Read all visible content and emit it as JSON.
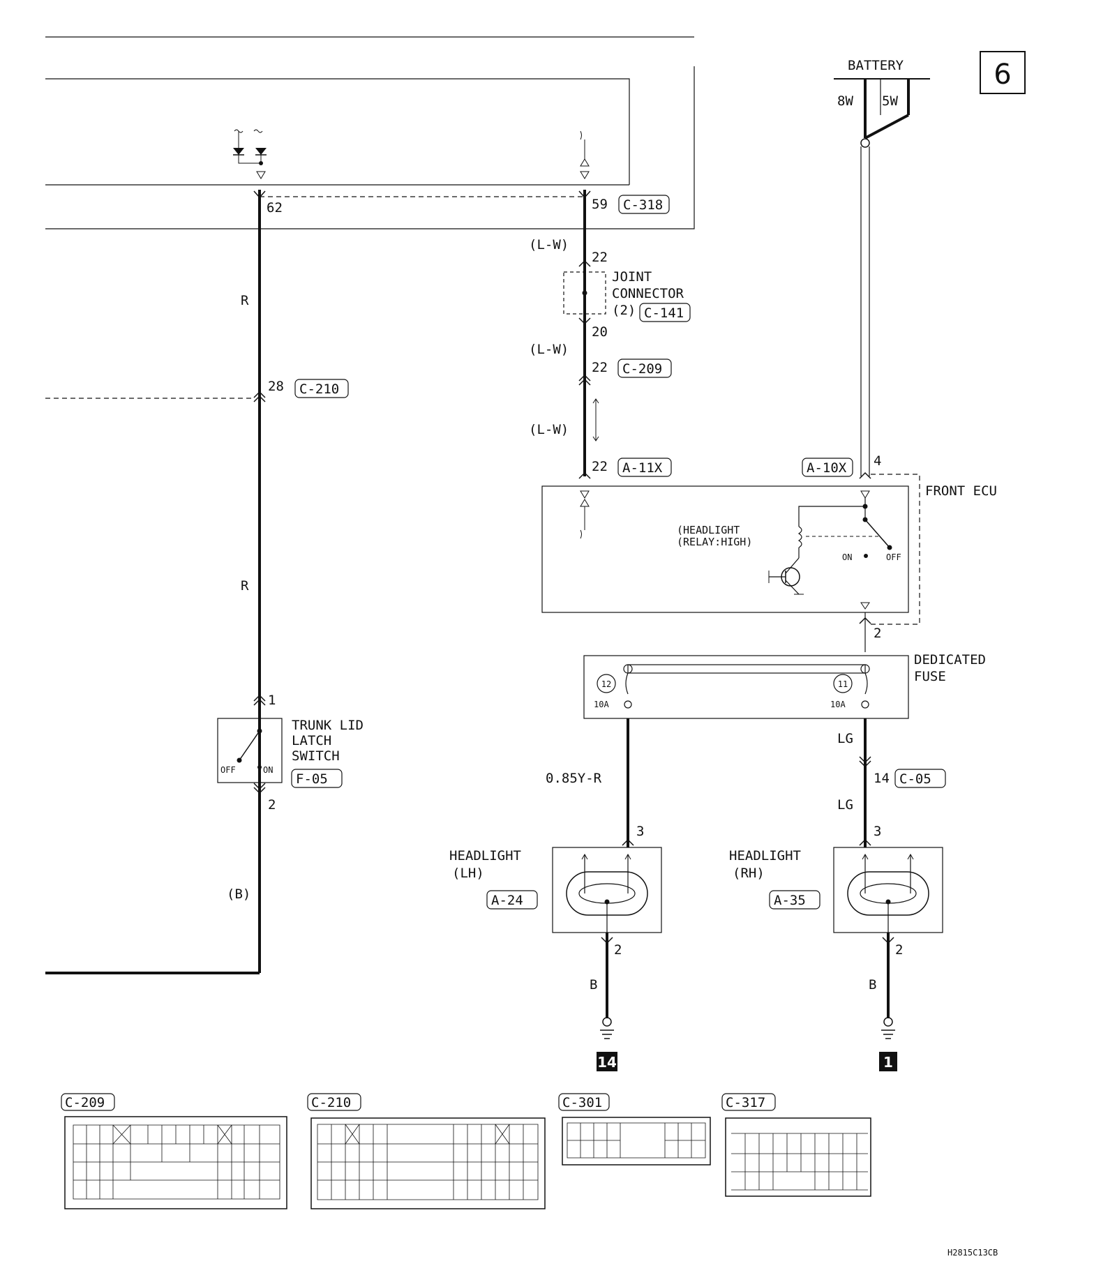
{
  "page_number": "6",
  "figure_code": "H2815C13CB",
  "battery": {
    "label": "BATTERY",
    "fusible_links": [
      "8W",
      "5W"
    ]
  },
  "wire_colors": {
    "r": "R",
    "lw": "(L-W)",
    "b_paren": "(B)",
    "yr": "0.85Y-R",
    "lg": "LG",
    "b": "B"
  },
  "ecu_connectors": {
    "left_pin": "62",
    "right_pin": "59",
    "right_code": "C-318"
  },
  "joint_connector": {
    "label_line1": "JOINT",
    "label_line2": "CONNECTOR",
    "label_line3": "(2)",
    "code": "C-141",
    "pin_in": "22",
    "pin_out": "20"
  },
  "c209": {
    "pin": "22",
    "code": "C-209"
  },
  "c210": {
    "pin": "28",
    "code": "C-210"
  },
  "a11x": {
    "pin": "22",
    "code": "A-11X"
  },
  "a10x": {
    "pin": "4",
    "code": "A-10X"
  },
  "front_ecu": {
    "label": "FRONT ECU",
    "relay_line1": "(HEADLIGHT",
    "relay_line2": "(RELAY:HIGH)",
    "on": "ON",
    "off": "OFF",
    "out_pin": "2"
  },
  "dedicated_fuse": {
    "label_line1": "DEDICATED",
    "label_line2": "FUSE",
    "fuses": [
      {
        "num": "12",
        "rating": "10A"
      },
      {
        "num": "11",
        "rating": "10A"
      }
    ]
  },
  "trunk_switch": {
    "label_line1": "TRUNK LID",
    "label_line2": "LATCH",
    "label_line3": "SWITCH",
    "code": "F-05",
    "off": "OFF",
    "on": "ON",
    "pin_top": "1",
    "pin_bottom": "2"
  },
  "c05": {
    "pin": "14",
    "code": "C-05"
  },
  "headlight_lh": {
    "label_line1": "HEADLIGHT",
    "label_line2": "(LH)",
    "code": "A-24",
    "pin_in": "3",
    "pin_out": "2"
  },
  "headlight_rh": {
    "label_line1": "HEADLIGHT",
    "label_line2": "(RH)",
    "code": "A-35",
    "pin_in": "3",
    "pin_out": "2"
  },
  "grounds": [
    "14",
    "1"
  ],
  "connector_views": [
    {
      "code": "C-209"
    },
    {
      "code": "C-210"
    },
    {
      "code": "C-301"
    },
    {
      "code": "C-317"
    }
  ]
}
